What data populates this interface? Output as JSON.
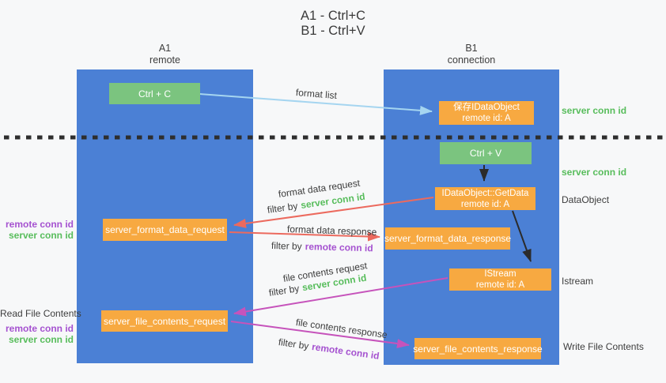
{
  "title": {
    "line1": "A1 - Ctrl+C",
    "line2": "B1 - Ctrl+V"
  },
  "lanes": {
    "left": {
      "name": "A1",
      "role": "remote"
    },
    "right": {
      "name": "B1",
      "role": "connection"
    }
  },
  "nodes": {
    "ctrl_c": "Ctrl + C",
    "ctrl_v": "Ctrl + V",
    "save_dataobject": {
      "line1": "保存IDataObject",
      "line2": "remote id: A"
    },
    "getdata": {
      "line1": "IDataObject::GetData",
      "line2": "remote id: A"
    },
    "istream": {
      "line1": "IStream",
      "line2": "remote id: A"
    },
    "format_request": "server_format_data_request",
    "format_response": "server_format_data_response",
    "file_request": "server_file_contents_request",
    "file_response": "server_file_contents_response"
  },
  "arrow_labels": {
    "format_list": "format list",
    "format_data_request": "format data request",
    "format_data_response": "format data response",
    "file_contents_request": "file contents request",
    "file_contents_response": "file contents response",
    "filter_by": "filter by"
  },
  "side_labels": {
    "server_conn_id": "server conn id",
    "remote_conn_id": "remote conn id",
    "dataobject": "DataObject",
    "istream": "Istream",
    "read_file_contents": "Read File Contents",
    "write_file_contents": "Write File Contents"
  },
  "colors": {
    "lane_blue": "#4b80d5",
    "node_green": "#7bc47f",
    "node_orange": "#f7a941",
    "server_conn_green": "#58bd5c",
    "remote_conn_purple": "#a552d0",
    "arrow_red": "#ec6a5e",
    "arrow_magenta": "#c653bb",
    "arrow_lightblue": "#a5d5f0",
    "arrow_black": "#2b2b2b",
    "dotted_line": "#2e2e2e"
  }
}
